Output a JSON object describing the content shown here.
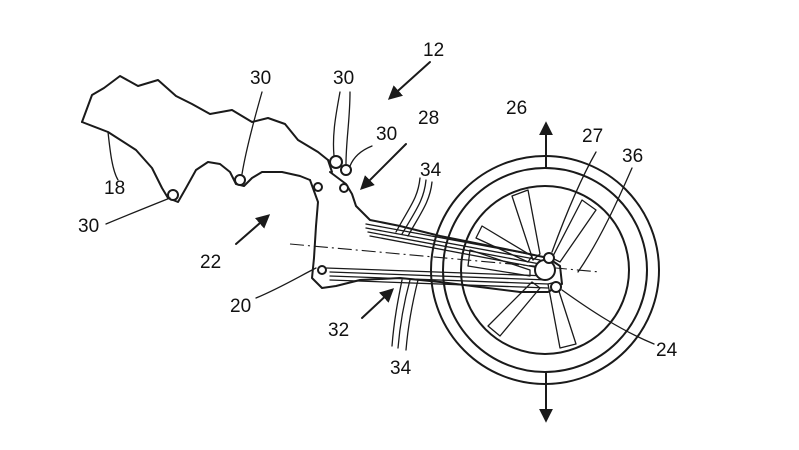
{
  "figure": {
    "labels": {
      "ref_12": "12",
      "ref_18": "18",
      "ref_20": "20",
      "ref_22": "22",
      "ref_24": "24",
      "ref_26": "26",
      "ref_27": "27",
      "ref_28": "28",
      "ref_30a": "30",
      "ref_30b": "30",
      "ref_30c": "30",
      "ref_30d": "30",
      "ref_32": "32",
      "ref_34a": "34",
      "ref_34b": "34",
      "ref_36": "36"
    }
  }
}
